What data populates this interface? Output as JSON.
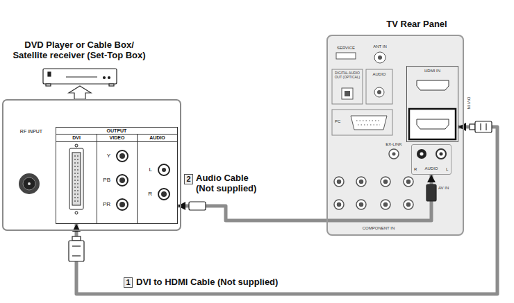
{
  "diagram": {
    "nodes": [
      {
        "text": [
          "OUTPUT"
        ]
      },
      {
        "text": [
          "DVI"
        ],
        "in": 0
      },
      {
        "text": [
          "VIDEO"
        ],
        "in": 0
      },
      {
        "text": [
          "AUDIO"
        ],
        "in": 0
      },
      {
        "text": [
          "TV Rear Panel"
        ]
      },
      {
        "text": [
          "HDMI IN"
        ],
        "in": 4
      },
      {
        "text": [
          "AUDIO"
        ],
        "in": 4
      }
    ],
    "edges": [
      {
        "from": 1,
        "to": 5,
        "arrow": "both",
        "label": "DVI to HDMI Cable (Not supplied)"
      },
      {
        "from": 3,
        "to": 6,
        "arrow": "both",
        "label": "Audio Cable (Not supplied)"
      }
    ],
    "labels": [
      "DVD Player or Cable Box/ Satellite receiver (Set-Top Box)",
      "RF INPUT",
      "Y",
      "PB",
      "PR",
      "L",
      "R",
      "2",
      "1",
      "SERVICE",
      "ANT IN",
      "DIGITAL AUDIO OUT (OPTICAL)",
      "AUDIO",
      "PC",
      "DVI IN",
      "EX-LINK",
      "R",
      "L",
      "COMPONENT IN",
      "AV IN"
    ]
  }
}
